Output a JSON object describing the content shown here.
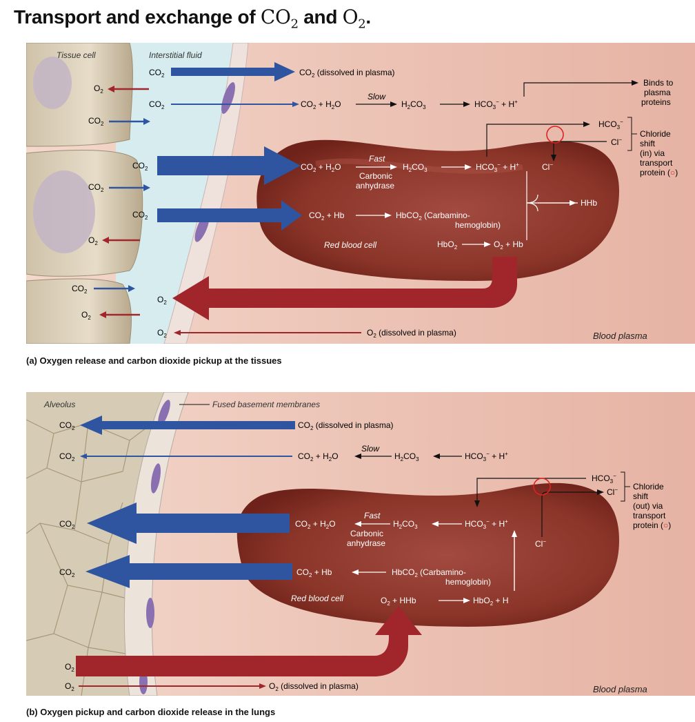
{
  "title": {
    "prefix": "Transport and exchange of ",
    "co2": "CO",
    "co2_sub": "2",
    "and": " and ",
    "o2": "O",
    "o2_sub": "2",
    "end": "."
  },
  "panel_a": {
    "caption": "(a) Oxygen release and carbon dioxide pickup at the tissues",
    "tissue_cell": "Tissue cell",
    "interstitial_fluid": "Interstitial fluid",
    "blood_plasma": "Blood plasma",
    "red_blood_cell": "Red blood cell",
    "co2": "CO",
    "o2": "O",
    "sub2": "2",
    "co2_dissolved": "(dissolved in plasma)",
    "o2_dissolved": "(dissolved in plasma)",
    "slow": "Slow",
    "fast": "Fast",
    "carbonic": "Carbonic",
    "anhydrase": "anhydrase",
    "plus_h2o": "+ H",
    "h2co3": "H",
    "hco3": "HCO",
    "h_plus": "+ H",
    "binds1": "Binds to",
    "binds2": "plasma",
    "binds3": "proteins",
    "chloride1": "Chloride",
    "chloride2": "shift",
    "chloride3": "(in) via",
    "chloride4": "transport",
    "chloride5": "protein (",
    "cl": "Cl",
    "hhb": "HHb",
    "co2_hb": "+ Hb",
    "hbco2": "HbCO",
    "carbamino1": "(Carbamino-",
    "carbamino2": "hemoglobin)",
    "hbo2": "HbO",
    "o2_hb": "+ Hb"
  },
  "panel_b": {
    "caption": "(b) Oxygen pickup and carbon dioxide release in the lungs",
    "alveolus": "Alveolus",
    "fused": "Fused basement membranes",
    "blood_plasma": "Blood plasma",
    "red_blood_cell": "Red blood cell",
    "co2_dissolved": "(dissolved in plasma)",
    "o2_dissolved": "(dissolved in plasma)",
    "slow": "Slow",
    "fast": "Fast",
    "carbonic": "Carbonic",
    "anhydrase": "anhydrase",
    "chloride1": "Chloride",
    "chloride2": "shift",
    "chloride3": "(out) via",
    "chloride4": "transport",
    "chloride5": "protein (",
    "o2_hhb": "+ HHb",
    "hbo2_h": "+ H"
  },
  "colors": {
    "co2_arrow": "#2f55a0",
    "o2_arrow": "#a0262c",
    "rbc": "#8e3a30",
    "plasma": "#e9bfb0",
    "interstitial": "#d9ecef"
  }
}
